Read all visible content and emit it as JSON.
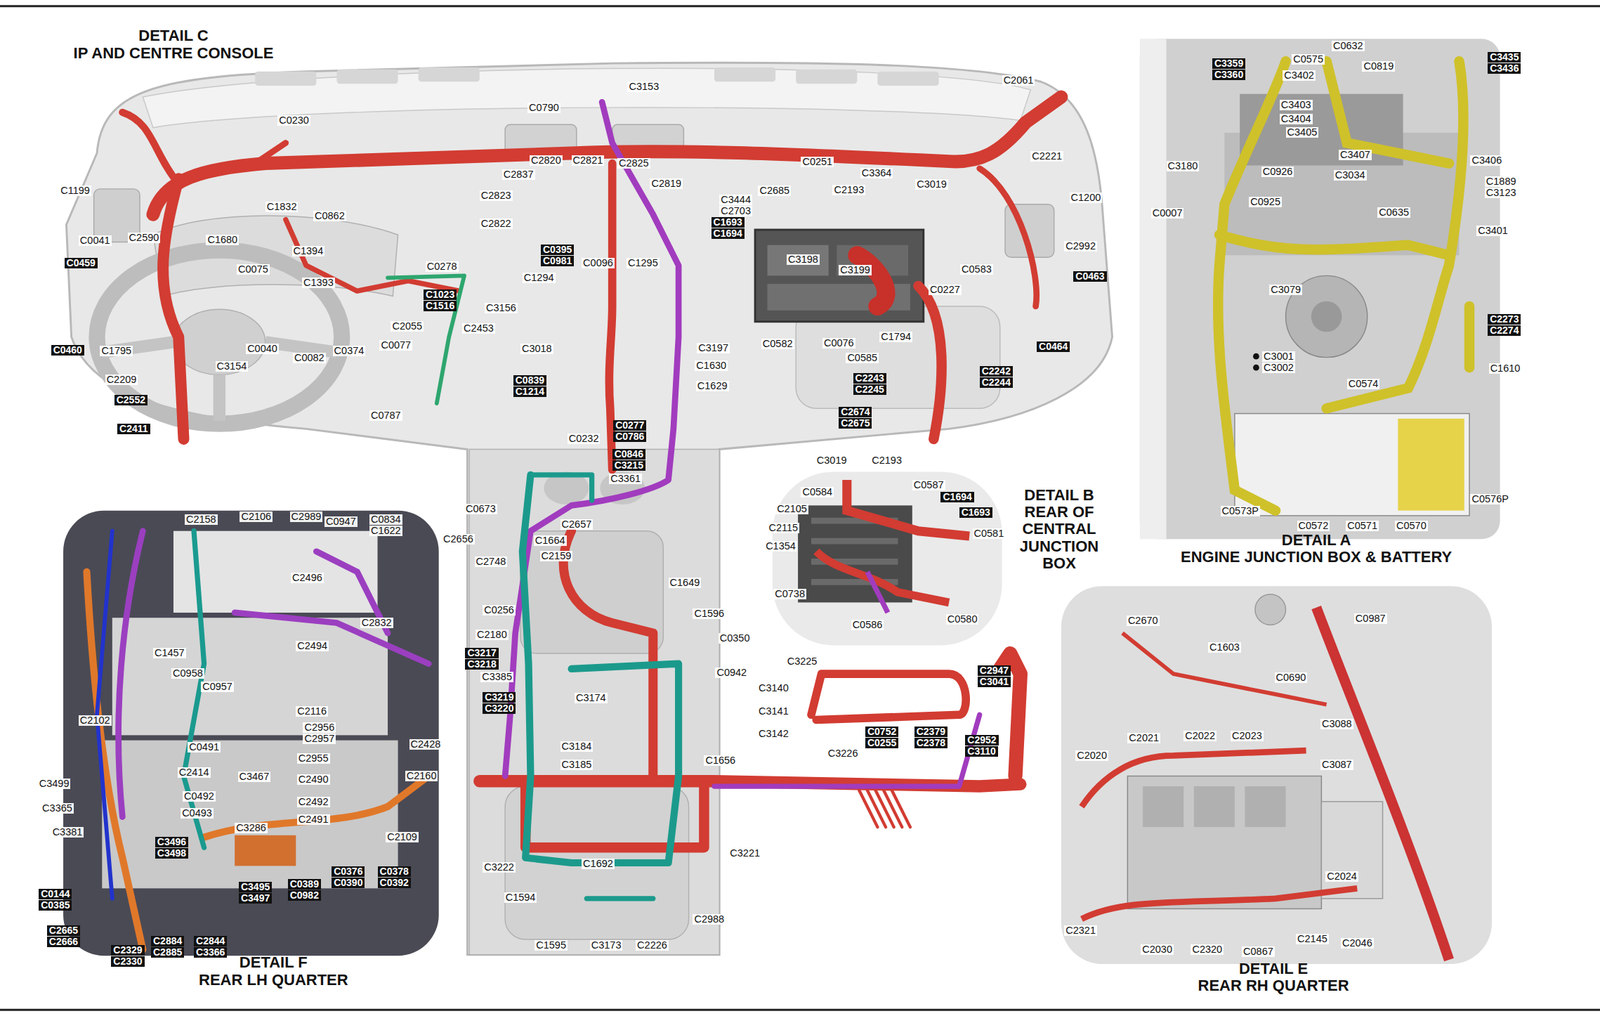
{
  "diagram": {
    "nodes": [
      {
        "text": [
          "DETAIL A",
          "ENGINE JUNCTION BOX & BATTERY"
        ]
      },
      {
        "text": [
          "DETAIL B",
          "REAR OF CENTRAL JUNCTION BOX"
        ]
      },
      {
        "text": [
          "DETAIL F",
          "REAR LH QUARTER"
        ]
      },
      {
        "text": [
          "DETAIL E",
          "REAR RH QUARTER"
        ]
      }
    ],
    "labels": [
      "DETAIL C",
      "IP AND CENTRE CONSOLE",
      "C3153",
      "C0790",
      "C0230",
      "C2061",
      "C2221",
      "C1199",
      "C1200",
      "C2820",
      "C2821",
      "C2825",
      "C2837",
      "C2819",
      "C2823",
      "C2822",
      "C0251",
      "C3364",
      "C2193",
      "C3019",
      "C2685",
      "C3444",
      "C2703",
      "C1693",
      "C1694",
      "C1832",
      "C0862",
      "C0041",
      "C2590",
      "C1680",
      "C1394",
      "C0075",
      "C0278",
      "C0459",
      "C1393",
      "C0395",
      "C0981",
      "C0096",
      "C1295",
      "C1294",
      "C3198",
      "C3199",
      "C0583",
      "C2992",
      "C0463",
      "C1023",
      "C1516",
      "C2055",
      "C3156",
      "C2453",
      "C0227",
      "C0582",
      "C0076",
      "C0585",
      "C1794",
      "C0077",
      "C0374",
      "C0082",
      "C0040",
      "C3154",
      "C1795",
      "C0460",
      "C2209",
      "C2552",
      "C2411",
      "C3197",
      "C3018",
      "C1630",
      "C0839",
      "C1214",
      "C1629",
      "C0464",
      "C2243",
      "C2245",
      "C2242",
      "C2244",
      "C2674",
      "C2675",
      "C0787",
      "C0277",
      "C0786",
      "C0232",
      "C0846",
      "C3215",
      "C3361",
      "C0673",
      "C2657",
      "C2656",
      "C1664",
      "C2748",
      "C2159",
      "C1649",
      "C0256",
      "C1596",
      "C2180",
      "C0350",
      "C3217",
      "C3218",
      "C3385",
      "C0942",
      "C3219",
      "C3220",
      "C3174",
      "C3184",
      "C3185",
      "C1656",
      "C3222",
      "C3221",
      "C1692",
      "C1594",
      "C1595",
      "C3173",
      "C2226",
      "C2988",
      "C3225",
      "C3140",
      "C3141",
      "C3142",
      "C3226",
      "C0752",
      "C0255",
      "C2379",
      "C2378",
      "C2947",
      "C3041",
      "C2952",
      "C3110",
      "C3019",
      "C2193",
      "C0584",
      "C0587",
      "C1694",
      "C1693",
      "C2105",
      "C0581",
      "C2115",
      "C1354",
      "C0738",
      "C0586",
      "C0580",
      "C3359",
      "C3360",
      "C0575",
      "C0632",
      "C3402",
      "C0819",
      "C3435",
      "C3436",
      "C3403",
      "C3404",
      "C3405",
      "C3407",
      "C3406",
      "C3180",
      "C0926",
      "C3034",
      "C1889",
      "C3123",
      "C0007",
      "C0925",
      "C0635",
      "C3401",
      "C3079",
      "C2273",
      "C2274",
      "C3001",
      "C3002",
      "C1610",
      "C0574",
      "C0576P",
      "C0573P",
      "C0572",
      "C0571",
      "C0570",
      "C2670",
      "C0987",
      "C1603",
      "C0690",
      "C3088",
      "C2021",
      "C2022",
      "C2023",
      "C2020",
      "C3087",
      "C2024",
      "C2321",
      "C2030",
      "C2320",
      "C0867",
      "C2145",
      "C2046",
      "C2158",
      "C2106",
      "C2989",
      "C0947",
      "C0834",
      "C1622",
      "C2496",
      "C2832",
      "C2494",
      "C1457",
      "C0958",
      "C0957",
      "C2102",
      "C2116",
      "C2956",
      "C2957",
      "C0491",
      "C2428",
      "C2414",
      "C2955",
      "C3467",
      "C2160",
      "C3499",
      "C2490",
      "C0492",
      "C3365",
      "C2492",
      "C0493",
      "C3286",
      "C2491",
      "C3381",
      "C3496",
      "C3498",
      "C2109",
      "C0144",
      "C0385",
      "C3495",
      "C3497",
      "C0389",
      "C0982",
      "C0376",
      "C0390",
      "C0378",
      "C0392",
      "C2665",
      "C2666",
      "C2329",
      "C2330",
      "C2884",
      "C2885",
      "C2844",
      "C3366"
    ]
  }
}
